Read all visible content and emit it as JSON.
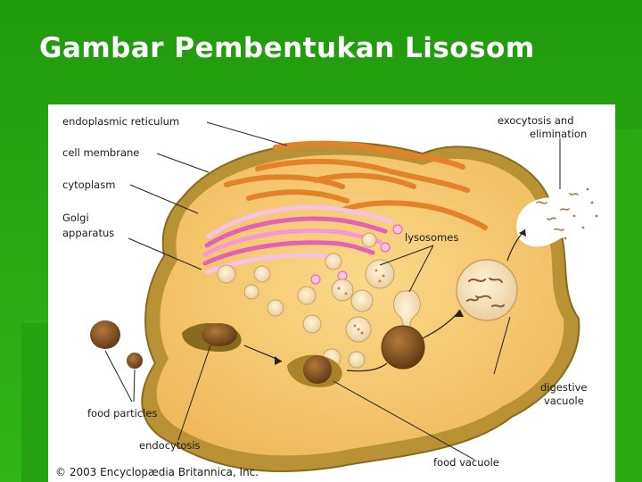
{
  "slide": {
    "title": "Gambar Pembentukan Lisosom"
  },
  "figure": {
    "labels": {
      "er": "endoplasmic reticulum",
      "membrane": "cell membrane",
      "cytoplasm": "cytoplasm",
      "golgi_1": "Golgi",
      "golgi_2": "apparatus",
      "exocytosis_1": "exocytosis and",
      "exocytosis_2": "elimination",
      "lysosomes": "lysosomes",
      "food_particles": "food particles",
      "endocytosis": "endocytosis",
      "digestive_1": "digestive",
      "digestive_2": "vacuole",
      "food_vacuole": "food vacuole"
    },
    "copyright": "© 2003 Encyclopædia Britannica, Inc."
  },
  "colors": {
    "background": "#2aa812",
    "cytoplasm": "#f6c96a",
    "membrane": "#b8922c",
    "er": "#e8862a",
    "golgi": "#e262b8",
    "food": "#7a4a1c"
  }
}
